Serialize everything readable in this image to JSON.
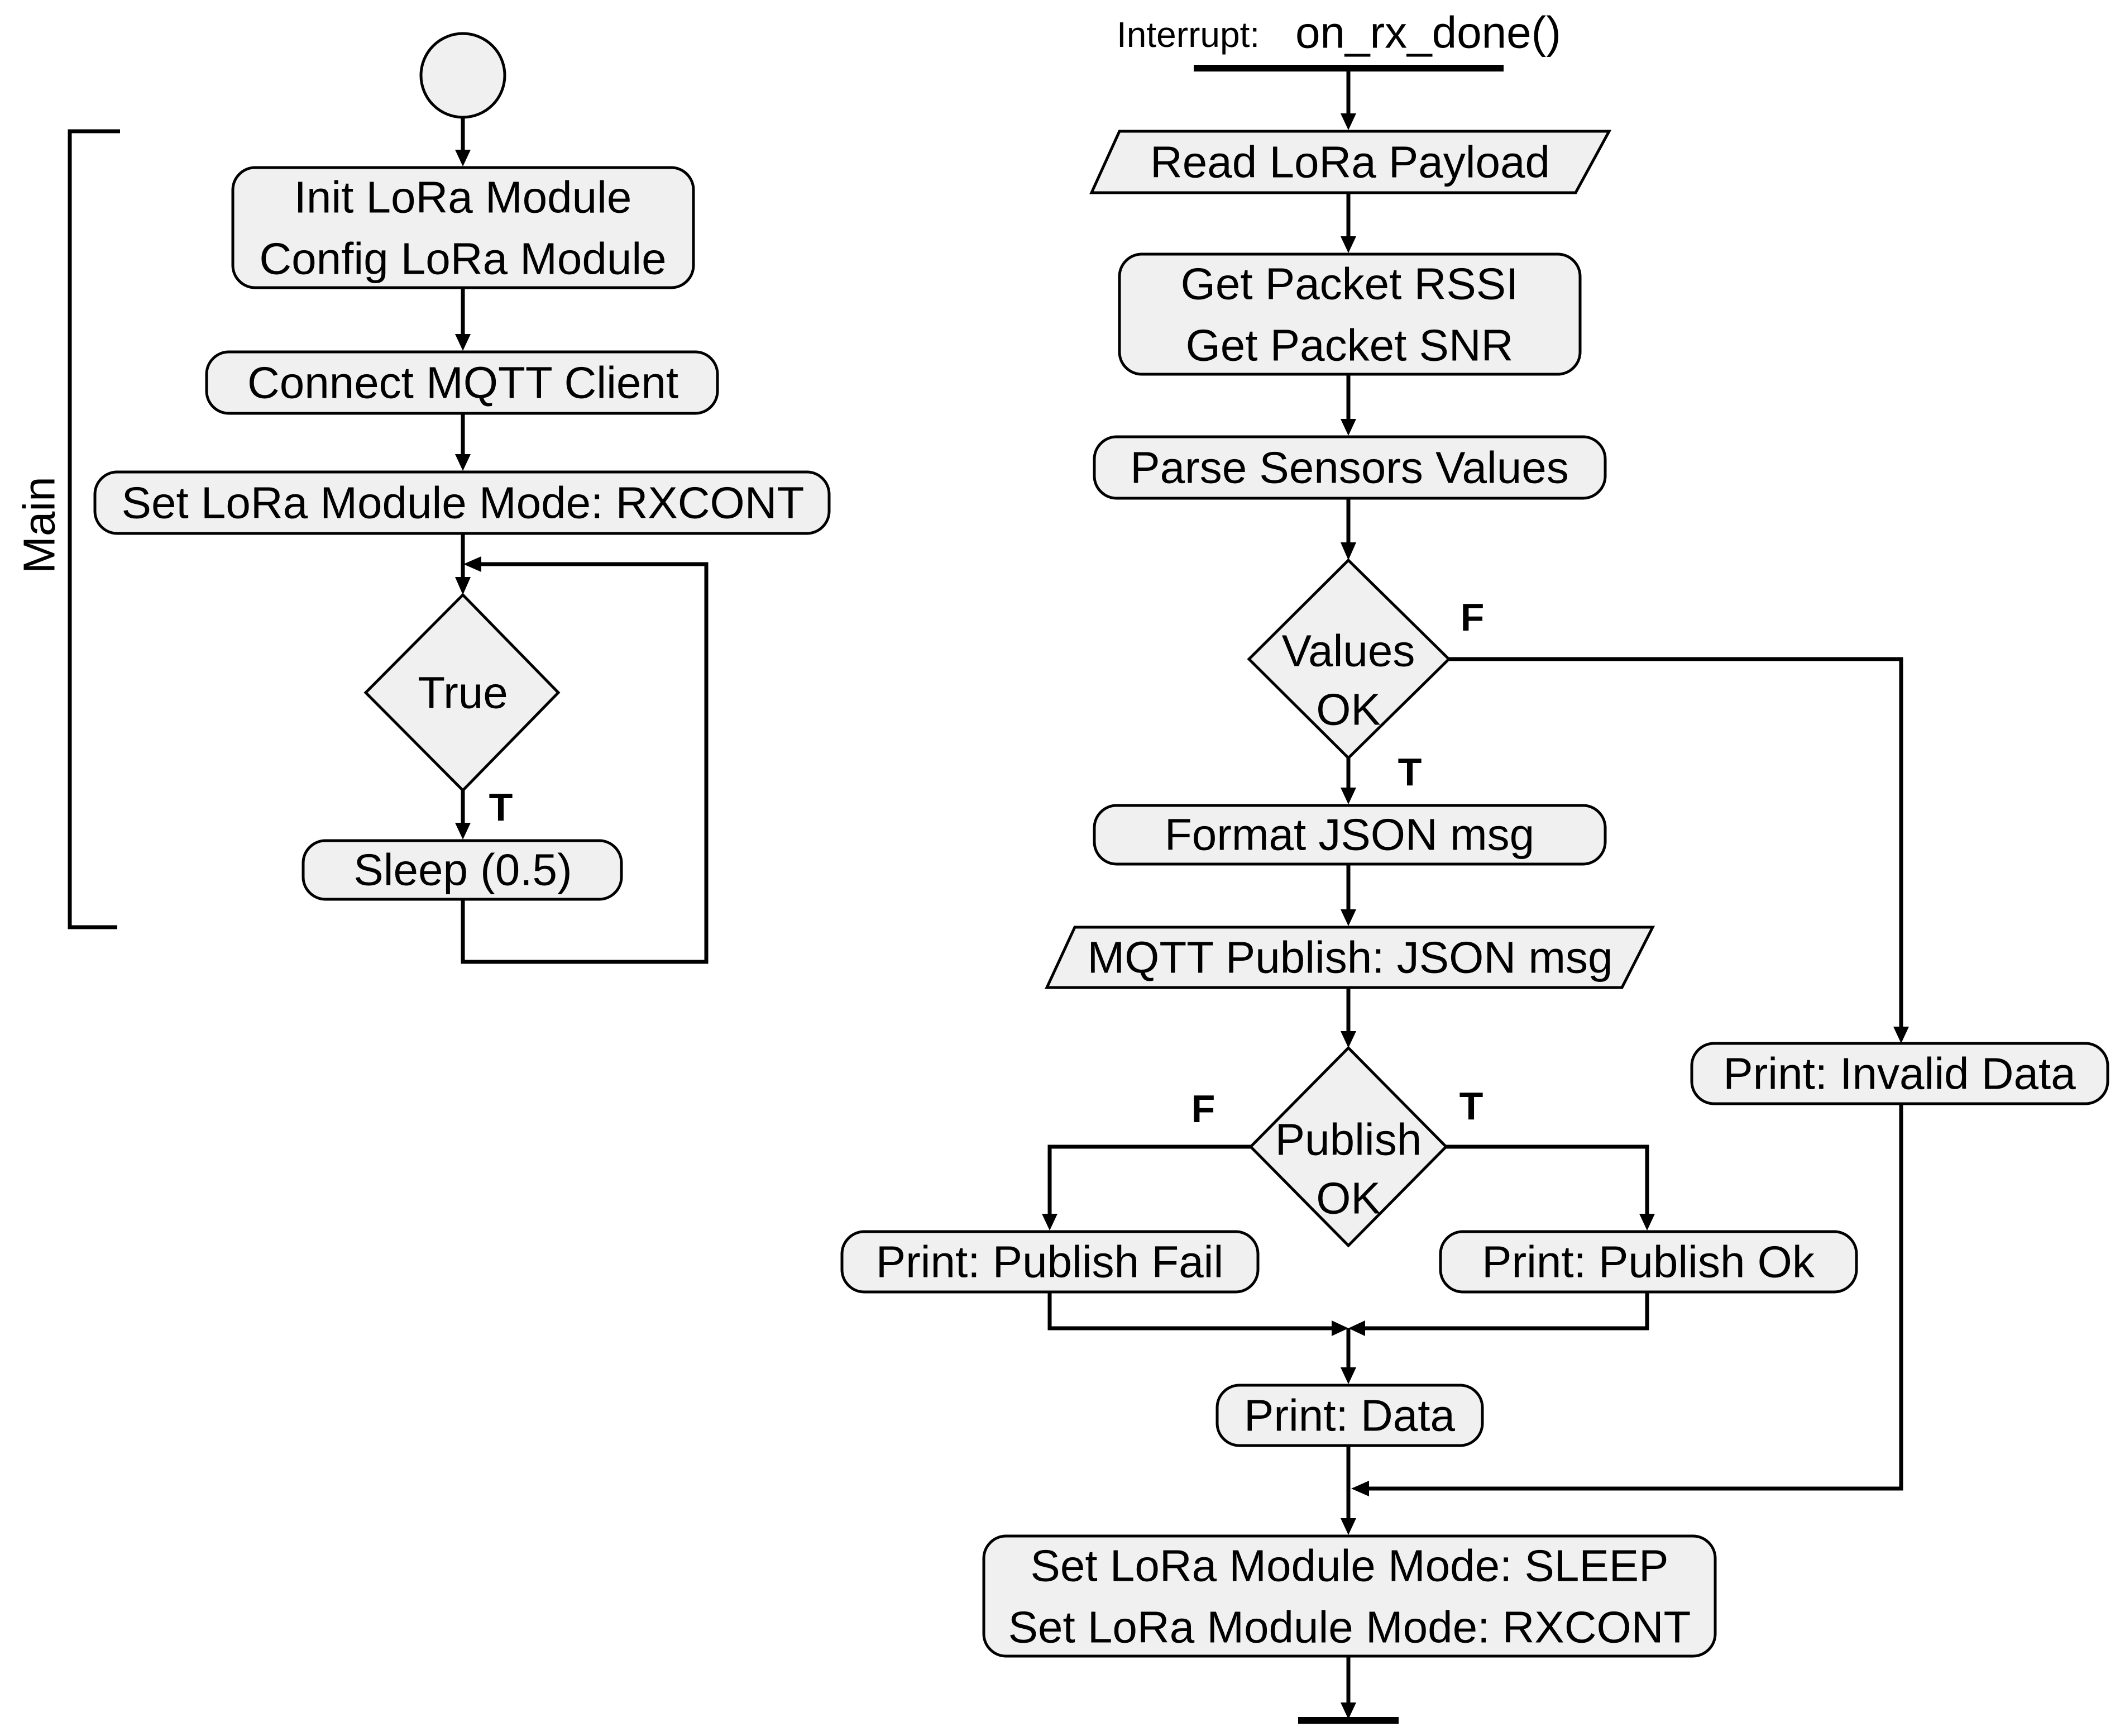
{
  "main": {
    "label": "Main",
    "init_lines": [
      "Init LoRa Module",
      "Config LoRa Module"
    ],
    "connect": "Connect MQTT Client",
    "set_mode": "Set LoRa Module Mode: RXCONT",
    "loop_condition": "True",
    "true_label": "T",
    "sleep": "Sleep (0.5)"
  },
  "interrupt": {
    "prefix": "Interrupt:",
    "handler": "on_rx_done()",
    "read_payload": "Read LoRa Payload",
    "packet_lines": [
      "Get Packet RSSI",
      "Get Packet SNR"
    ],
    "parse": "Parse Sensors Values",
    "values_ok": [
      "Values",
      "OK"
    ],
    "values_true": "T",
    "values_false": "F",
    "format": "Format JSON msg",
    "publish": "MQTT Publish: JSON msg",
    "publish_ok": [
      "Publish",
      "OK"
    ],
    "publish_true": "T",
    "publish_false": "F",
    "print_fail": "Print: Publish Fail",
    "print_ok": "Print: Publish Ok",
    "print_invalid": "Print: Invalid Data",
    "print_data": "Print: Data",
    "final_lines": [
      "Set LoRa Module Mode: SLEEP",
      "Set LoRa Module Mode: RXCONT"
    ]
  }
}
